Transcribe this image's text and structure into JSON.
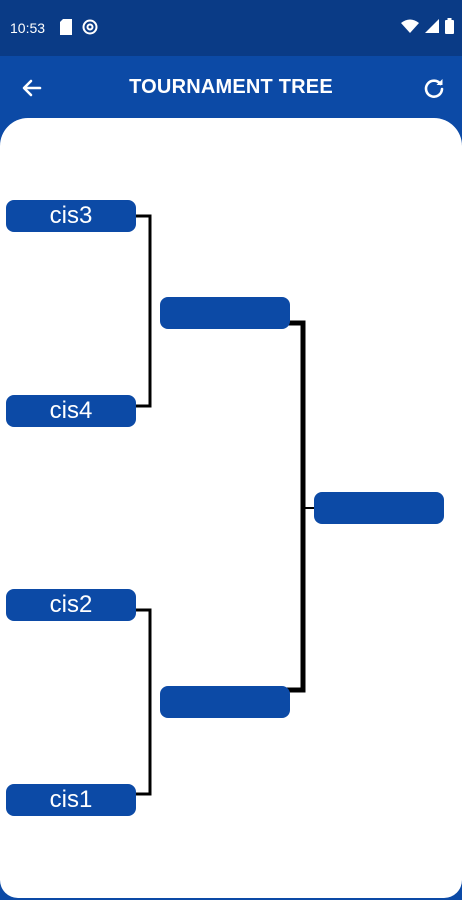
{
  "status_bar": {
    "time": "10:53",
    "icons": [
      "sim-card-icon",
      "at-sign-icon",
      "wifi-icon",
      "cellular-signal-icon",
      "battery-icon"
    ]
  },
  "app_bar": {
    "title": "TOURNAMENT TREE",
    "back_icon": "arrow-left-icon",
    "refresh_icon": "refresh-icon"
  },
  "bracket": {
    "round1": [
      {
        "label": "cis3"
      },
      {
        "label": "cis4"
      },
      {
        "label": "cis2"
      },
      {
        "label": "cis1"
      }
    ],
    "round2": [
      {
        "label": ""
      },
      {
        "label": ""
      }
    ],
    "final": {
      "label": ""
    }
  },
  "colors": {
    "status_bar": "#0a3b86",
    "app_bar": "#0c4aa6",
    "match_box": "#0c4aa6",
    "connector": "#000000",
    "background": "#ffffff"
  }
}
